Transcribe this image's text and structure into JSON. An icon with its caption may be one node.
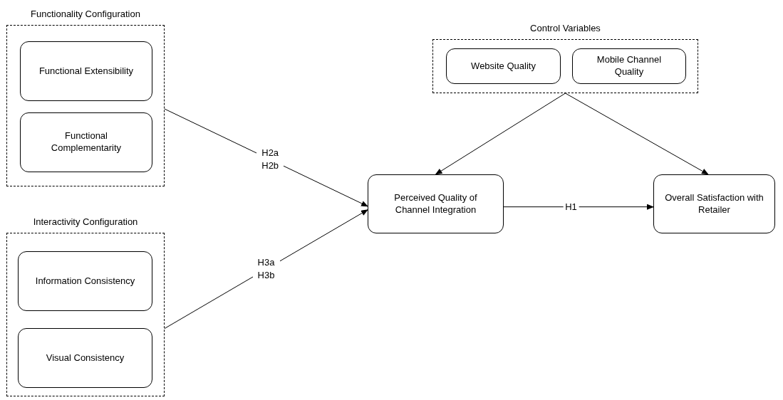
{
  "diagram": {
    "nodes": [
      {
        "text": [
          "Functionality Configuration"
        ]
      },
      {
        "text": [
          "Functional Extensibility"
        ],
        "in": 0
      },
      {
        "text": [
          "Functional Complementarity"
        ],
        "in": 0
      },
      {
        "text": [
          "Interactivity Configuration"
        ]
      },
      {
        "text": [
          "Information Consistency"
        ],
        "in": 3
      },
      {
        "text": [
          "Visual Consistency"
        ],
        "in": 3
      },
      {
        "text": [
          "Control Variables"
        ]
      },
      {
        "text": [
          "Website Quality"
        ],
        "in": 6
      },
      {
        "text": [
          "Mobile Channel Quality"
        ],
        "in": 6
      },
      {
        "text": [
          "Perceived Quality of Channel Integration"
        ]
      },
      {
        "text": [
          "Overall Satisfaction with Retailer"
        ]
      }
    ],
    "edges": [
      {
        "from": 0,
        "to": 9,
        "arrow": "to",
        "label": "H2a H2b"
      },
      {
        "from": 3,
        "to": 9,
        "arrow": "to",
        "label": "H3a H3b"
      },
      {
        "from": 9,
        "to": 10,
        "arrow": "to",
        "label": "H1"
      },
      {
        "from": 6,
        "to": 9,
        "arrow": "to"
      },
      {
        "from": 6,
        "to": 10,
        "arrow": "to"
      }
    ]
  }
}
